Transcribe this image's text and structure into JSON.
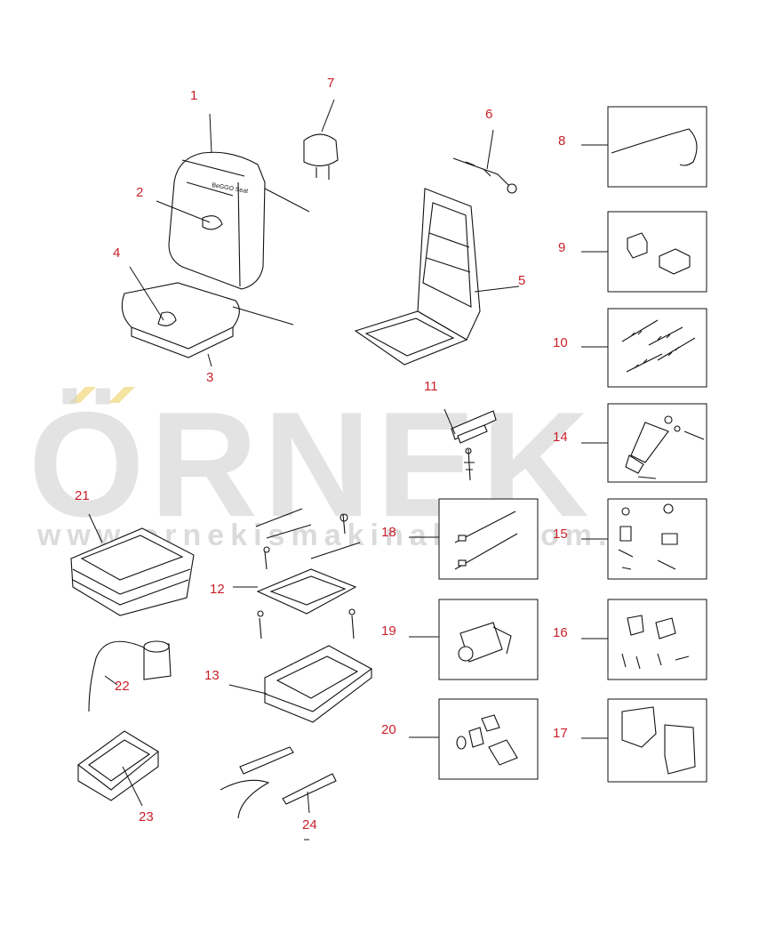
{
  "watermark": {
    "brand": "ÖRNEK",
    "url": "www.ornekismakinalari.com.tr",
    "accent_color": "#f2dc8a"
  },
  "diagram": {
    "label_color": "#c8202a",
    "parts": [
      {
        "id": "part-1",
        "label": "1"
      },
      {
        "id": "part-2",
        "label": "2"
      },
      {
        "id": "part-3",
        "label": "3"
      },
      {
        "id": "part-4",
        "label": "4"
      },
      {
        "id": "part-5",
        "label": "5"
      },
      {
        "id": "part-6",
        "label": "6"
      },
      {
        "id": "part-7",
        "label": "7"
      },
      {
        "id": "part-8",
        "label": "8"
      },
      {
        "id": "part-9",
        "label": "9"
      },
      {
        "id": "part-10",
        "label": "10"
      },
      {
        "id": "part-11",
        "label": "11"
      },
      {
        "id": "part-12",
        "label": "12"
      },
      {
        "id": "part-13",
        "label": "13"
      },
      {
        "id": "part-14",
        "label": "14"
      },
      {
        "id": "part-15",
        "label": "15"
      },
      {
        "id": "part-16",
        "label": "16"
      },
      {
        "id": "part-17",
        "label": "17"
      },
      {
        "id": "part-18",
        "label": "18"
      },
      {
        "id": "part-19",
        "label": "19"
      },
      {
        "id": "part-20",
        "label": "20"
      },
      {
        "id": "part-21",
        "label": "21"
      },
      {
        "id": "part-22",
        "label": "22"
      },
      {
        "id": "part-23",
        "label": "23"
      },
      {
        "id": "part-24",
        "label": "24"
      }
    ]
  }
}
